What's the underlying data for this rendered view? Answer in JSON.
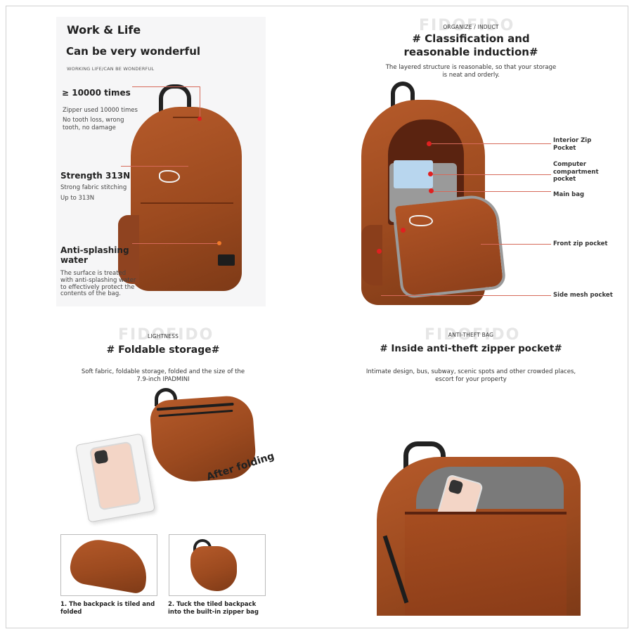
{
  "watermark": "FIDOFIDO",
  "panel1": {
    "title": "Work & Life",
    "subtitle": "Can be very wonderful",
    "tagline": "WORKING LIFE/CAN BE WONDERFUL",
    "f1_title": "≥ 10000 times",
    "f1_desc1": "Zipper used 10000 times",
    "f1_desc2": "No tooth loss, wrong tooth, no damage",
    "f2_title": "Strength 313N",
    "f2_desc1": "Strong fabric stitching",
    "f2_desc2": "Up to 313N",
    "f3_title": "Anti-splashing water",
    "f3_desc": "The surface is treated with anti-splashing water to effectively protect the contents of the bag."
  },
  "panel2": {
    "kicker": "ORGANIZE / INDUCT",
    "title_line1": "# Classification and",
    "title_line2": "reasonable induction#",
    "desc": "The layered structure is reasonable, so that your storage is neat and orderly.",
    "labels": [
      "Interior Zip Pocket",
      "Computer compartment pocket",
      "Main bag",
      "Front zip pocket",
      "Side mesh pocket"
    ]
  },
  "panel3": {
    "kicker": "LIGHTNESS",
    "title": "# Foldable storage#",
    "desc": "Soft fabric, foldable storage, folded and the size of the 7.9-inch IPADMINI",
    "after": "After folding",
    "step1": "1. The backpack is tiled and folded",
    "step2": "2. Tuck the tiled backpack into the built-in zipper bag"
  },
  "panel4": {
    "kicker": "ANTI-THEFT BAG",
    "title": "# Inside anti-theft zipper pocket#",
    "desc": "Intimate design, bus, subway, scenic spots and other crowded places, escort for your property"
  },
  "colors": {
    "bag": "#a0501f",
    "accent_red": "#e02020",
    "leader": "#d66a5a"
  }
}
